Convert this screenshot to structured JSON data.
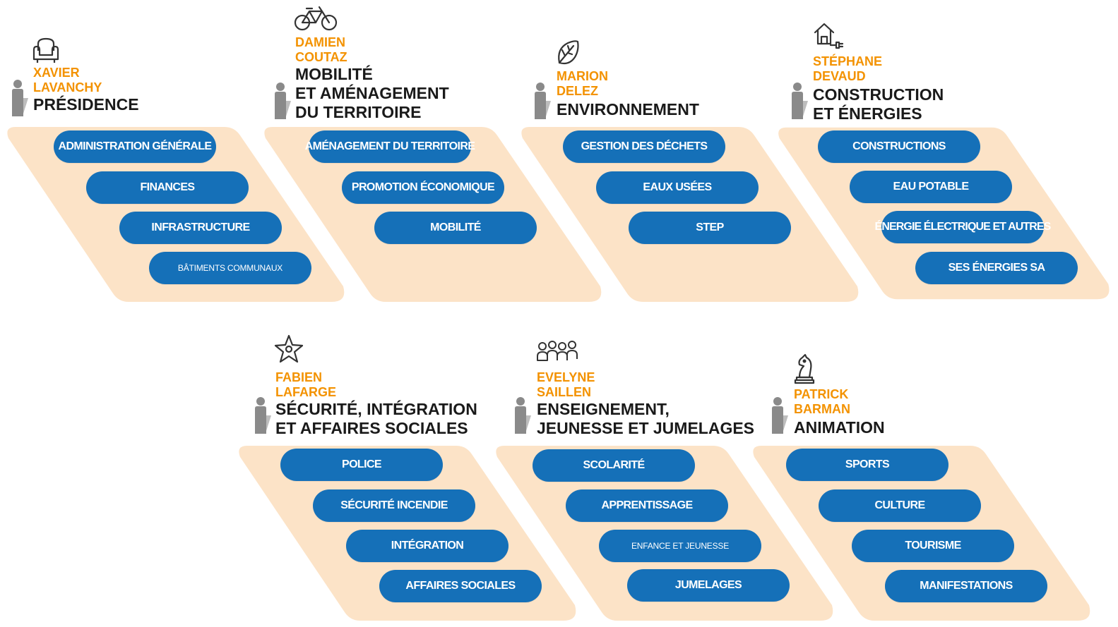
{
  "colors": {
    "panel": "#fce3c7",
    "pill": "#1570b8",
    "name": "#f39200",
    "title": "#1a1a1a",
    "person": "#8a8a8a"
  },
  "sections": [
    {
      "icon": "armchair-icon",
      "name": [
        "XAVIER",
        "LAVANCHY"
      ],
      "title": [
        "PRÉSIDENCE"
      ],
      "items": [
        "ADMINISTRATION GÉNÉRALE",
        "FINANCES",
        "INFRASTRUCTURE",
        "BÂTIMENTS COMMUNAUX"
      ]
    },
    {
      "icon": "bicycle-icon",
      "name": [
        "DAMIEN",
        "COUTAZ"
      ],
      "title": [
        "MOBILITÉ",
        "ET AMÉNAGEMENT",
        "DU TERRITOIRE"
      ],
      "items": [
        "AMÉNAGEMENT DU TERRITOIRE",
        "PROMOTION ÉCONOMIQUE",
        "MOBILITÉ"
      ]
    },
    {
      "icon": "leaf-icon",
      "name": [
        "MARION",
        "DELEZ"
      ],
      "title": [
        "ENVIRONNEMENT"
      ],
      "items": [
        "GESTION DES DÉCHETS",
        "EAUX USÉES",
        "STEP"
      ]
    },
    {
      "icon": "house-plug-icon",
      "name": [
        "STÉPHANE",
        "DEVAUD"
      ],
      "title": [
        "CONSTRUCTION",
        "ET ÉNERGIES"
      ],
      "items": [
        "CONSTRUCTIONS",
        "EAU POTABLE",
        "ÉNERGIE ÉLECTRIQUE ET AUTRES",
        "SES ÉNERGIES SA"
      ]
    },
    {
      "icon": "police-star-icon",
      "name": [
        "FABIEN",
        "LAFARGE"
      ],
      "title": [
        "SÉCURITÉ, INTÉGRATION",
        "ET AFFAIRES SOCIALES"
      ],
      "items": [
        "POLICE",
        "SÉCURITÉ INCENDIE",
        "INTÉGRATION",
        "AFFAIRES SOCIALES"
      ]
    },
    {
      "icon": "group-people-icon",
      "name": [
        "EVELYNE",
        "SAILLEN"
      ],
      "title": [
        "ENSEIGNEMENT,",
        "JEUNESSE ET JUMELAGES"
      ],
      "items": [
        "SCOLARITÉ",
        "APPRENTISSAGE",
        "ENFANCE ET JEUNESSE",
        "JUMELAGES"
      ]
    },
    {
      "icon": "chess-knight-icon",
      "name": [
        "PATRICK",
        "BARMAN"
      ],
      "title": [
        "ANIMATION"
      ],
      "items": [
        "SPORTS",
        "CULTURE",
        "TOURISME",
        "MANIFESTATIONS"
      ]
    }
  ]
}
